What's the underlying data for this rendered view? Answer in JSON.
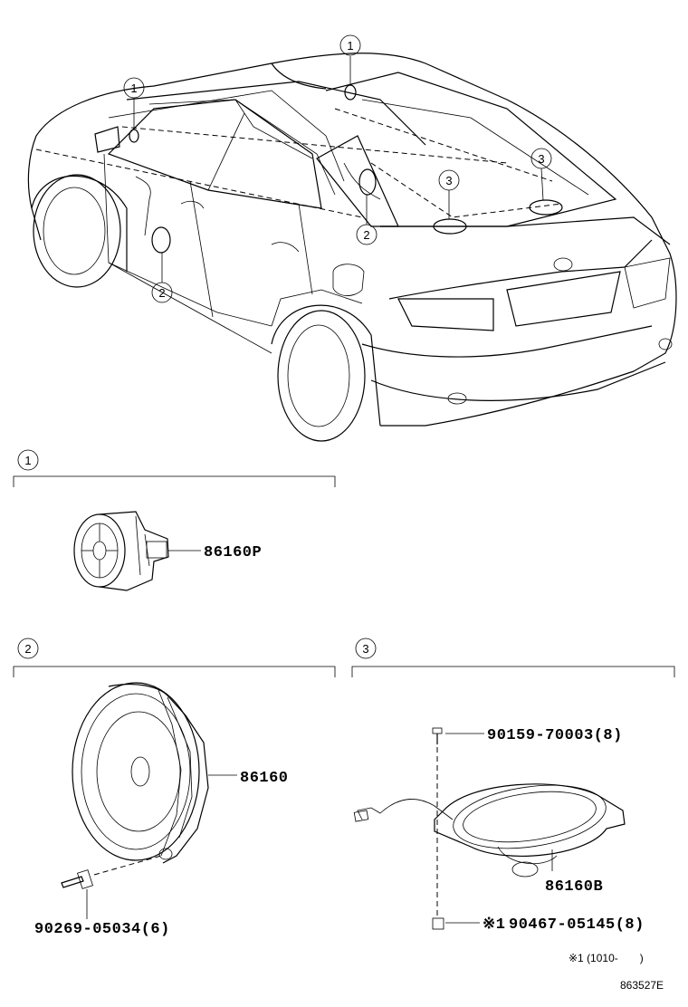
{
  "callouts": {
    "one": "1",
    "two": "2",
    "three": "3"
  },
  "sections": {
    "section1": {
      "index": "1",
      "part": "86160P"
    },
    "section2": {
      "index": "2",
      "part": "86160",
      "bolt": "90269-05034(6)"
    },
    "section3": {
      "index": "3",
      "part": "86160B",
      "screw_top": "90159-70003(8)",
      "screw_bottom_mark": "※1",
      "screw_bottom": "90467-05145(8)"
    }
  },
  "footnote": "※1 (1010-　　)",
  "drawing_id": "863527E"
}
